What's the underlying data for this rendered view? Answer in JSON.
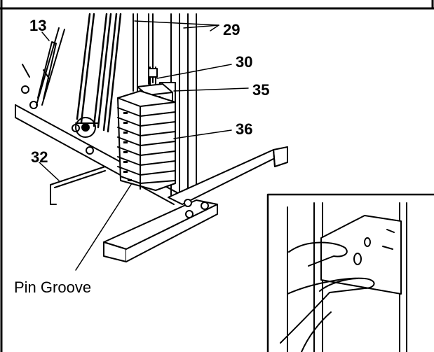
{
  "figure": {
    "callouts": {
      "label_13": "13",
      "label_29": "29",
      "label_30": "30",
      "label_35": "35",
      "label_36": "36",
      "label_32": "32"
    },
    "caption_pin_groove": "Pin Groove"
  },
  "colors": {
    "ink": "#000000",
    "paper": "#ffffff"
  }
}
